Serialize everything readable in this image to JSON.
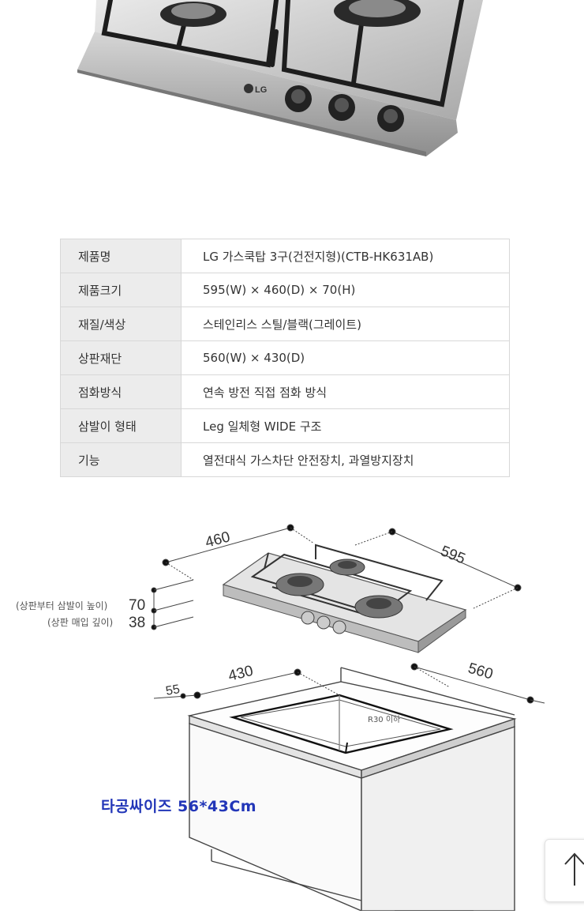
{
  "product_photo": {
    "brand_logo": "LG"
  },
  "specs": [
    {
      "label": "제품명",
      "value": "LG 가스쿡탑 3구(건전지형)(CTB-HK631AB)"
    },
    {
      "label": "제품크기",
      "value": "595(W) × 460(D) × 70(H)"
    },
    {
      "label": "재질/색상",
      "value": "스테인리스 스틸/블랙(그레이트)"
    },
    {
      "label": "상판재단",
      "value": "560(W) × 430(D)"
    },
    {
      "label": "점화방식",
      "value": "연속 방전 직접 점화 방식"
    },
    {
      "label": "삼발이 형태",
      "value": "Leg 일체형 WIDE 구조"
    },
    {
      "label": "기능",
      "value": "열전대식 가스차단 안전장치, 과열방지장치"
    }
  ],
  "diagram": {
    "depth": "460",
    "width": "595",
    "height_note": "(상판부터 삼발이 높이)",
    "height_value": "70",
    "embed_note": "(상판 매입 깊이)",
    "embed_value": "38",
    "offset": "55",
    "cut_depth": "430",
    "cut_width": "560",
    "radius_note": "R30 이하"
  },
  "cut_size_text": "타공싸이즈  56*43Cm",
  "top_button": {
    "icon": "arrow-up-icon"
  }
}
